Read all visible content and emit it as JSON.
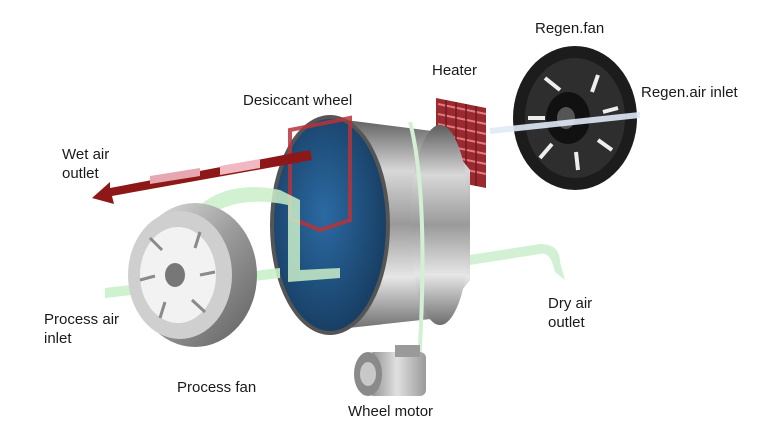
{
  "labels": {
    "regen_fan": "Regen.fan",
    "heater": "Heater",
    "regen_air_inlet": "Regen.air inlet",
    "desiccant_wheel": "Desiccant wheel",
    "wet_air_outlet_1": "Wet air",
    "wet_air_outlet_2": "outlet",
    "process_air_inlet_1": "Process air",
    "process_air_inlet_2": "inlet",
    "dry_air_outlet_1": "Dry air",
    "dry_air_outlet_2": "outlet",
    "process_fan": "Process fan",
    "wheel_motor": "Wheel motor"
  },
  "colors": {
    "process_air": "#c9efc9",
    "wet_air": "#9b1b1b",
    "wheel_face": "#1f4e79",
    "metal": "#b8b8b8",
    "heater": "#b8333a",
    "regen_air": "#e9c3cb",
    "dark_fan": "#1c1c1c"
  }
}
